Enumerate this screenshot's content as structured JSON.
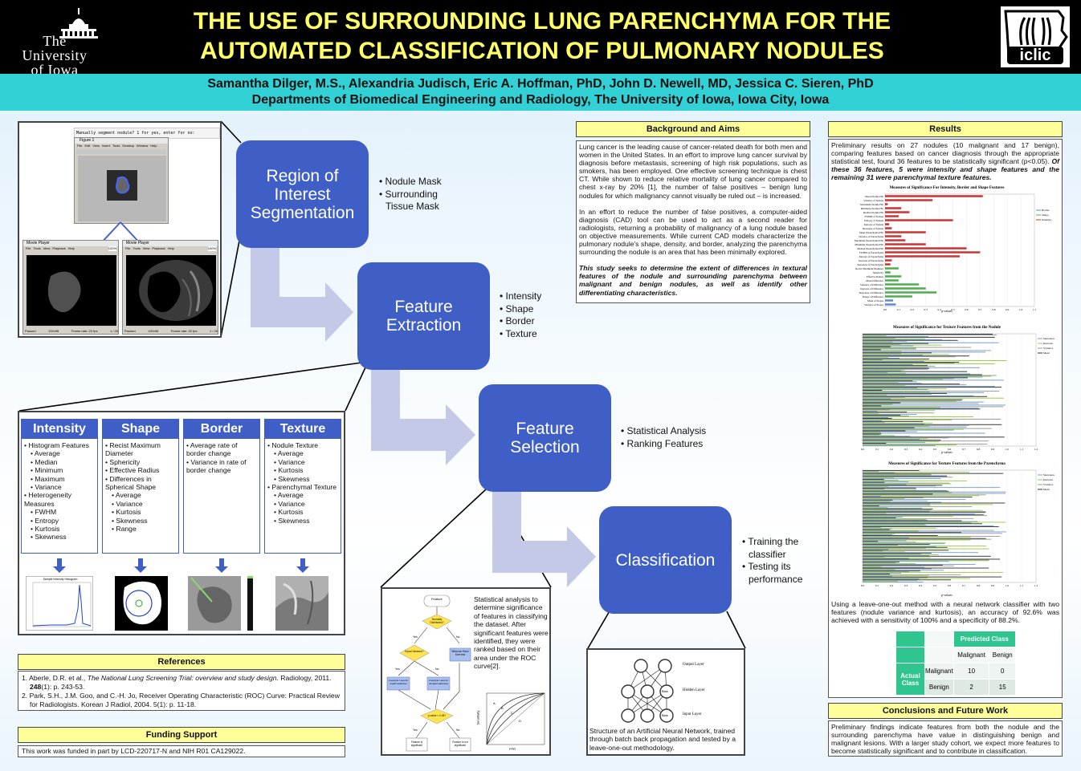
{
  "header": {
    "title_line1": "THE USE OF SURROUNDING LUNG PARENCHYMA FOR THE",
    "title_line2": "AUTOMATED CLASSIFICATION OF PULMONARY NODULES",
    "logo_left": {
      "line1": "The",
      "line2": "University",
      "line3": "of Iowa"
    },
    "logo_right": "iclic"
  },
  "authors": "Samantha Dilger, M.S., Alexandria Judisch, Eric A. Hoffman, PhD, John D. Newell, MD, Jessica C. Sieren, PhD",
  "department": "Departments of Biomedical Engineering and Radiology, The University of Iowa, Iowa City, Iowa",
  "screenshot": {
    "prompt_text": "Manually segment nodule? 1 for yes, enter for no:",
    "figure_title": "Figure 1",
    "figure_menu": [
      "File",
      "Edit",
      "View",
      "Insert",
      "Tools",
      "Desktop",
      "Window",
      "Help"
    ],
    "player_title": "Movie Player",
    "player_menu": [
      "File",
      "Tools",
      "View",
      "Playback",
      "Help"
    ],
    "zoom": "100%",
    "status_left": "Paused",
    "status_mid": "192x96",
    "status_right": "1 / 26",
    "status_frame": "Frame rate: 20 fps"
  },
  "pipeline": {
    "steps": [
      {
        "label": "Region of Interest Segmentation",
        "bullets": [
          "Nodule Mask",
          "Surrounding Tissue Mask"
        ]
      },
      {
        "label": "Feature Extraction",
        "bullets": [
          "Intensity",
          "Shape",
          "Border",
          "Texture"
        ]
      },
      {
        "label": "Feature Selection",
        "bullets": [
          "Statistical Analysis",
          "Ranking Features"
        ]
      },
      {
        "label": "Classification",
        "bullets": [
          "Training the classifier",
          "Testing its performance"
        ]
      }
    ]
  },
  "features": {
    "intensity": {
      "title": "Intensity",
      "items": [
        {
          "t": "Histogram Features",
          "l": 1
        },
        {
          "t": "Average",
          "l": 2
        },
        {
          "t": "Median",
          "l": 2
        },
        {
          "t": "Minimum",
          "l": 2
        },
        {
          "t": "Maximum",
          "l": 2
        },
        {
          "t": "Variance",
          "l": 2
        },
        {
          "t": "Heterogeneity Measures",
          "l": 1
        },
        {
          "t": "FWHM",
          "l": 2
        },
        {
          "t": "Entropy",
          "l": 2
        },
        {
          "t": "Kurtosis",
          "l": 2
        },
        {
          "t": "Skewness",
          "l": 2
        }
      ]
    },
    "shape": {
      "title": "Shape",
      "items": [
        {
          "t": "Recist Maximum Diameter",
          "l": 1
        },
        {
          "t": "Sphericity",
          "l": 1
        },
        {
          "t": "Effective Radius",
          "l": 1
        },
        {
          "t": "Differences in Spherical Shape",
          "l": 1
        },
        {
          "t": "Average",
          "l": 2
        },
        {
          "t": "Variance",
          "l": 2
        },
        {
          "t": "Kurtosis",
          "l": 2
        },
        {
          "t": "Skewness",
          "l": 2
        },
        {
          "t": "Range",
          "l": 2
        }
      ]
    },
    "border": {
      "title": "Border",
      "items": [
        {
          "t": "Average rate of border change",
          "l": 1
        },
        {
          "t": "Variance in rate of border change",
          "l": 1
        }
      ]
    },
    "texture": {
      "title": "Texture",
      "items": [
        {
          "t": "Nodule Texture",
          "l": 1
        },
        {
          "t": "Average",
          "l": 2
        },
        {
          "t": "Variance",
          "l": 2
        },
        {
          "t": "Kurtosis",
          "l": 2
        },
        {
          "t": "Skewness",
          "l": 2
        },
        {
          "t": "Parenchymal Texture",
          "l": 1
        },
        {
          "t": "Average",
          "l": 2
        },
        {
          "t": "Variance",
          "l": 2
        },
        {
          "t": "Kurtosis",
          "l": 2
        },
        {
          "t": "Skewness",
          "l": 2
        }
      ]
    }
  },
  "histogram_title": "Sample Intensity Histogram",
  "references": {
    "heading": "References",
    "items": [
      {
        "n": "1.",
        "a": "Aberle, D.R. et al., ",
        "i": "The National Lung Screening Trial: overview and study design",
        "b": ". Radiology, 2011. ",
        "v": "248",
        "c": "(1): p. 243-53."
      },
      {
        "n": "2.",
        "a": "Park, S.H., J.M. Goo, and C.-H. Jo, Receiver Operating Characteristic (ROC) Curve: Practical Review for Radiologists. Korean J Radiol, 2004. 5(1): p. 11-18.",
        "i": "",
        "b": "",
        "v": "",
        "c": ""
      }
    ]
  },
  "funding": {
    "heading": "Funding Support",
    "text": "This work was funded in part by LCD-220717-N and NIH R01 CA129022."
  },
  "flowchart": {
    "nodes": {
      "start": "Feature",
      "normal": "Normally Distributed?",
      "yes1": "Yes",
      "no1": "No",
      "equal": "Equal Variance?",
      "wilcoxon": "Wilcoxon Rank Sum test",
      "yes2": "Yes",
      "no2": "No",
      "ttest_equal": "2-sample t-test for equal variances",
      "ttest_unequal": "2-sample t-test for unequal variances",
      "pval": "p-value < 0.05?",
      "yes3": "Yes",
      "no3": "No",
      "sig": "Feature is significant",
      "notsig": "Feature is not significant"
    },
    "caption": "Statistical analysis to determine significance of features in classifying the dataset. After significant features were identified, they were ranked based on their area under the ROC curve[2].",
    "roc_xlabel": "FPR",
    "roc_ylabel": "Sensitivity",
    "roc_curves": [
      "A",
      "B",
      "C",
      "D"
    ]
  },
  "nn": {
    "output_label": "Output Layer",
    "hidden_label": "Hidden Layer",
    "input_label": "Input Layer",
    "node_label": "Bias",
    "caption": "Structure of an Artificial Neural Network, trained through batch back propagation and tested by a leave-one-out methodology."
  },
  "background": {
    "heading": "Background and Aims",
    "p1": "Lung cancer is the leading cause of cancer-related death for both men and women in the United States. In an effort to improve lung cancer survival by diagnosis before metastasis, screening of high risk populations, such as smokers, has been employed. One effective screening technique is chest CT. While shown to reduce relative mortality of lung cancer compared to chest x-ray by 20% [1], the number of false positives – benign lung nodules for which malignancy cannot visually be ruled out – is increased.",
    "p2": "In an effort to reduce the number of false positives, a computer-aided diagnosis (CAD) tool can be used to act as a second reader for radiologists, returning a probability of malignancy of a lung nodule based on objective measurements. While current CAD models characterize the pulmonary nodule's shape, density, and border, analyzing the parenchyma surrounding the nodule is an area that has been minimally explored.",
    "p3": "This study seeks to determine the extent of differences in textural features of the nodule and surrounding parenchyma between malignant and benign nodules, as well as identify other differentiating characteristics."
  },
  "results": {
    "heading": "Results",
    "p1_plain": "Preliminary results on 27 nodules (10 malignant and 17 benign), comparing features based on cancer diagnosis through the appropriate statistical test, found 36 features to be statistically significant (p<0.05). ",
    "p1_italic": "Of these 36 features, 5 were intensity and shape features and the remaining 31 were parenchymal texture features.",
    "p2": "Using a leave-one-out method with a neural network classifier with two features (nodule variance and kurtosis), an accuracy of 92.6% was achieved with a sensitivity of 100% and a specificity of 88.2%.",
    "confusion": {
      "predicted_label": "Predicted Class",
      "actual_label": "Actual Class",
      "classes": [
        "Malignant",
        "Benign"
      ],
      "matrix": [
        [
          10,
          0
        ],
        [
          2,
          15
        ]
      ]
    }
  },
  "chart_data": [
    {
      "type": "bar",
      "orientation": "horizontal",
      "title": "Measures of Significance For Intensity, Border and Shape Features",
      "xlabel": "p-values",
      "ylabel": "",
      "xlim": [
        0,
        1.1
      ],
      "legend": [
        "Border",
        "Shape",
        "Intensity"
      ],
      "legend_position": "right",
      "categories": [
        "Mean Nodule HU",
        "Variance of Nodule",
        "Maximum Nodule HU",
        "Minimum Nodule HU",
        "Median Nodule HU",
        "FWHM of Nodule",
        "Entropy of Nodule",
        "Kurtosis of Nodule",
        "Skewness of Nodule",
        "Mean Parenchymal HU",
        "Variance of Parenchyma",
        "Maximum Parenchymal HU",
        "Minimum Parenchymal HU",
        "Median Parenchymal HU",
        "FWHM of Parenchyma",
        "Entropy of Parenchyma",
        "Kurtosis of Parenchyma",
        "Skewness of Parenchyma",
        "Recist Maximum Diameter",
        "Sphericity",
        "Effective Radius",
        "Mean Difference",
        "Variance of Difference",
        "Kurtosis of Difference",
        "Skewness of Difference",
        "Range of Difference",
        "Mean of Slopes",
        "Variance of Slopes"
      ],
      "values": [
        0.72,
        0.35,
        0.02,
        0.12,
        0.18,
        0.1,
        0.5,
        0.03,
        0.05,
        0.3,
        0.12,
        0.15,
        0.3,
        0.6,
        0.7,
        0.55,
        0.05,
        0.04,
        0.1,
        0.04,
        0.12,
        0.1,
        0.25,
        0.3,
        0.38,
        0.2,
        0.06,
        0.08
      ],
      "series_of": [
        "Intensity",
        "Intensity",
        "Intensity",
        "Intensity",
        "Intensity",
        "Intensity",
        "Intensity",
        "Intensity",
        "Intensity",
        "Intensity",
        "Intensity",
        "Intensity",
        "Intensity",
        "Intensity",
        "Intensity",
        "Intensity",
        "Intensity",
        "Intensity",
        "Shape",
        "Shape",
        "Shape",
        "Shape",
        "Shape",
        "Shape",
        "Shape",
        "Shape",
        "Border",
        "Border"
      ]
    },
    {
      "type": "bar",
      "orientation": "horizontal",
      "title": "Measures of Significance for Texture Features from the Nodule",
      "xlabel": "p-values",
      "xlim": [
        0,
        1.2
      ],
      "legend": [
        "Skewness",
        "Kurtosis",
        "Variance",
        "Mean"
      ],
      "legend_position": "right"
    },
    {
      "type": "bar",
      "orientation": "horizontal",
      "title": "Measures of Significance for Texture Features from the Parenchyma",
      "xlabel": "p-values",
      "xlim": [
        0,
        1.2
      ],
      "legend": [
        "Skewness",
        "Kurtosis",
        "Variance",
        "Mean"
      ],
      "legend_position": "right"
    }
  ],
  "conclusions": {
    "heading": "Conclusions and Future Work",
    "text": "Preliminary findings indicate features from both the nodule and the surrounding parenchyma have value in distinguishing benign and malignant lesions. With a larger study cohort, we expect more features to become statistically significant and to contribute in classification."
  },
  "colors": {
    "step_blue": "#3f5fc7",
    "arrow_lavender": "#c5c9e8",
    "header_yellow": "#ffff99",
    "title_yellow": "#ffff66",
    "authors_cyan": "#32d1d6",
    "cm_green": "#2fc58f"
  }
}
